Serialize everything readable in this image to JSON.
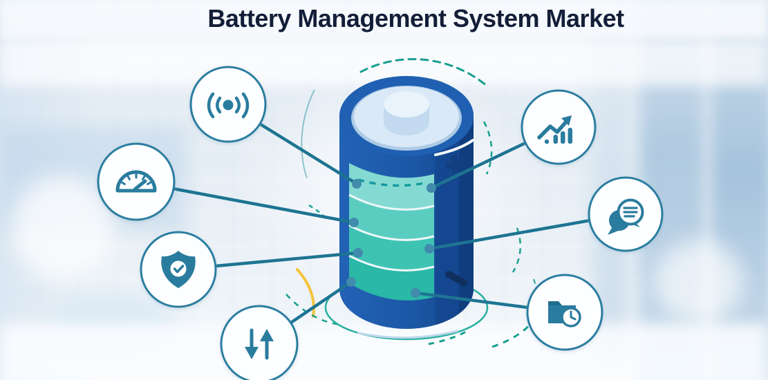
{
  "title": "Battery Management System Market",
  "icons": [
    {
      "name": "broadcast-signal-icon",
      "position": "top-left"
    },
    {
      "name": "speedometer-gauge-icon",
      "position": "left"
    },
    {
      "name": "shield-check-icon",
      "position": "bottom-left"
    },
    {
      "name": "up-down-arrows-icon",
      "position": "bottom-center"
    },
    {
      "name": "growth-chart-icon",
      "position": "top-right"
    },
    {
      "name": "chat-bubbles-icon",
      "position": "right"
    },
    {
      "name": "folder-clock-icon",
      "position": "bottom-right"
    }
  ],
  "colors": {
    "title_text": "#131e38",
    "node_border": "#2a7da0",
    "icon_teal": "#297c9e",
    "connector_line": "#1d7492",
    "battery_body": "#1b55a4",
    "battery_top": "#d9e9f7",
    "charge_teal_light": "#84dad2",
    "charge_teal_dark": "#2ab8a7",
    "ring_teal": "#28b0a0",
    "accent_yellow": "#f4c33e"
  }
}
